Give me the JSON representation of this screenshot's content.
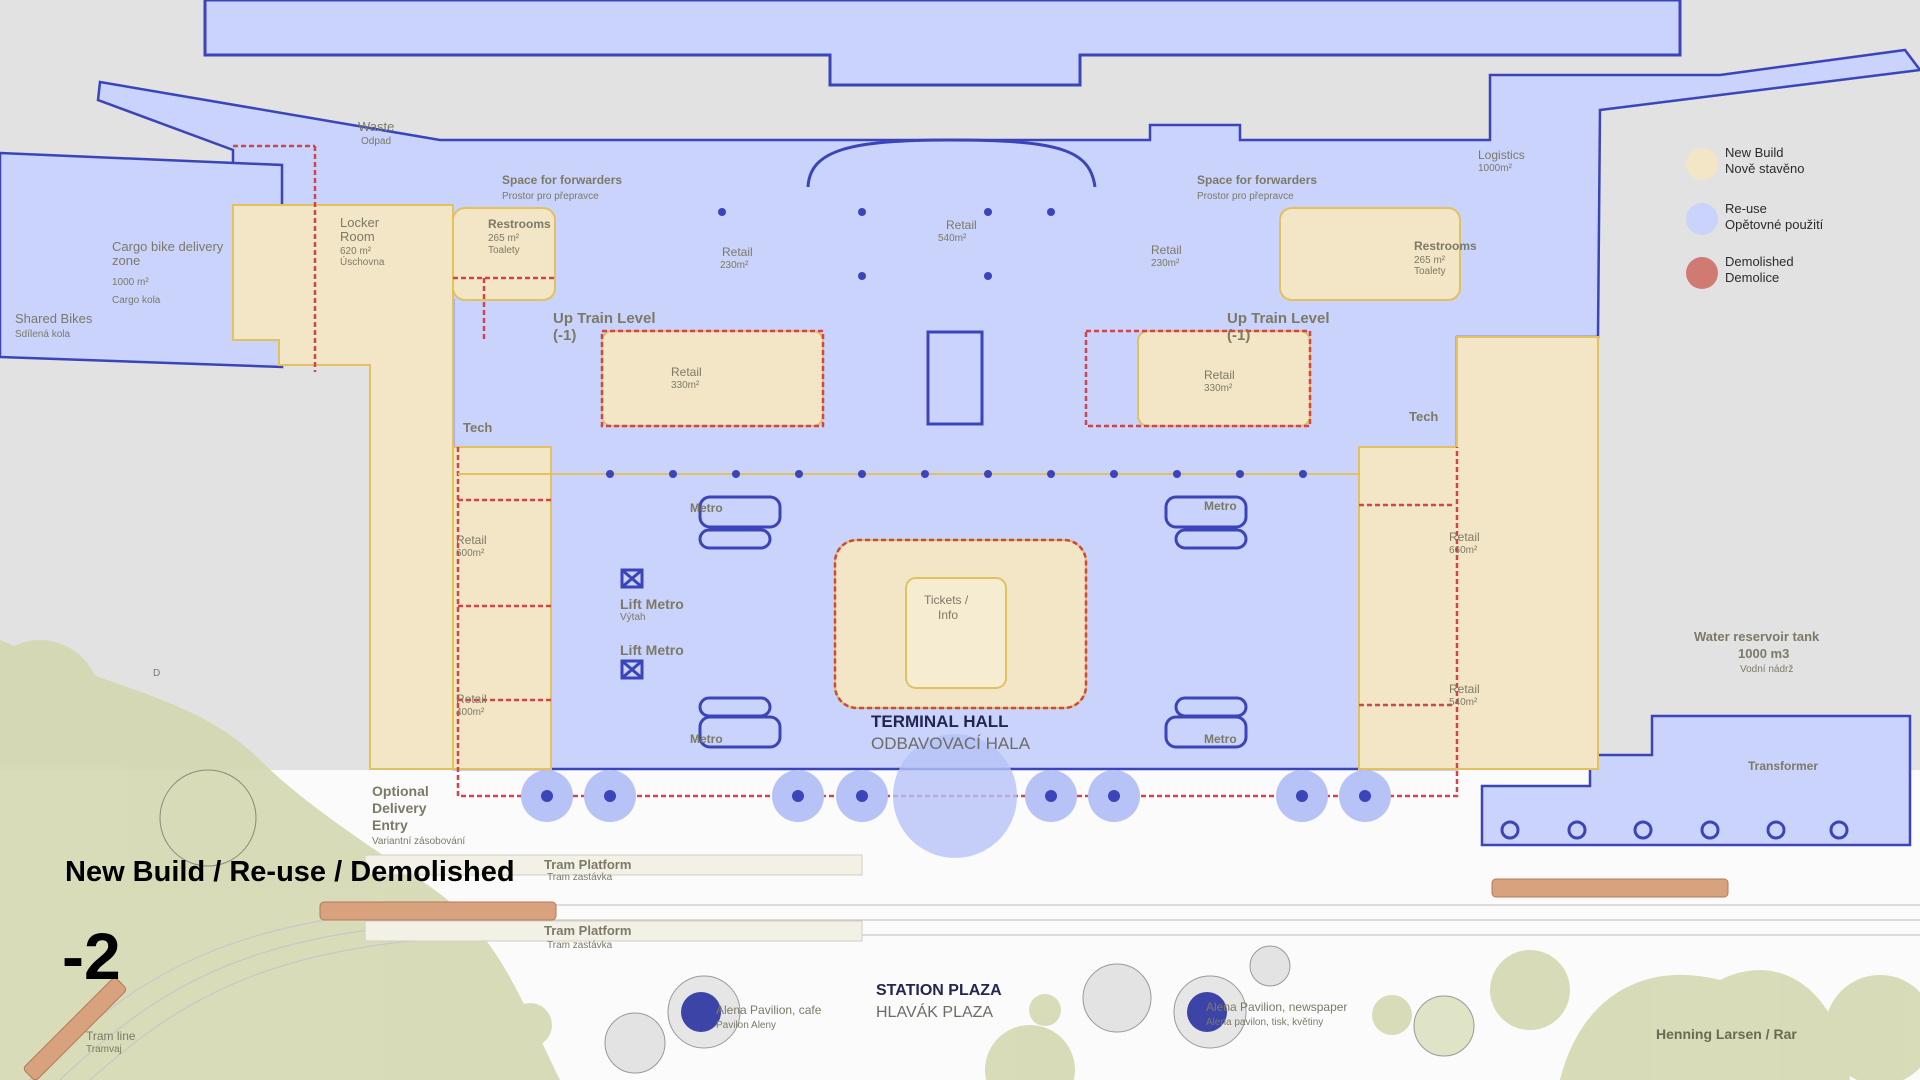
{
  "colors": {
    "new_build": "#f3e6c6",
    "reuse": "#c9d3fb",
    "demolished": "#d07a74",
    "wall": "#3b44b8",
    "ground": "#e2e2e2",
    "tree": "#d4d8b0"
  },
  "legend": [
    {
      "label": "New Build",
      "sub": "Nově stavěno"
    },
    {
      "label": "Re-use",
      "sub": "Opětovné použití"
    },
    {
      "label": "Demolished",
      "sub": "Demolice"
    }
  ],
  "title": "New Build / Re-use / Demolished",
  "level": "-2",
  "rooms": {
    "waste": {
      "label": "Waste",
      "sub": "Odpad"
    },
    "cargo": {
      "label": "Cargo bike delivery zone",
      "area": "1000 m²",
      "sub": "Cargo kola"
    },
    "shared_bikes": {
      "label": "Shared Bikes",
      "sub": "Sdílená kola"
    },
    "locker": {
      "label": "Locker Room",
      "area": "620 m²",
      "sub": "Úschovna"
    },
    "restrooms_left": {
      "label": "Restrooms",
      "area": "265 m²",
      "sub": "Toalety"
    },
    "restrooms_right": {
      "label": "Restrooms",
      "area": "265 m²",
      "sub": "Toalety"
    },
    "forwarders_left": {
      "label": "Space for forwarders",
      "sub": "Prostor pro přepravce"
    },
    "forwarders_right": {
      "label": "Space for forwarders",
      "sub": "Prostor pro přepravce"
    },
    "retail_230_left": {
      "label": "Retail",
      "area": "230m²"
    },
    "retail_540_top": {
      "label": "Retail",
      "area": "540m²"
    },
    "retail_230_right": {
      "label": "Retail",
      "area": "230m²"
    },
    "logistics": {
      "label": "Logistics",
      "area": "1000m²"
    },
    "up_train_left": {
      "label": "Up Train Level",
      "sub": "(-1)"
    },
    "up_train_right": {
      "label": "Up Train Level",
      "sub": "(-1)"
    },
    "retail_330_left": {
      "label": "Retail",
      "area": "330m²"
    },
    "retail_330_right": {
      "label": "Retail",
      "area": "330m²"
    },
    "tech_left": {
      "label": "Tech"
    },
    "tech_right": {
      "label": "Tech"
    },
    "metro": [
      "Metro",
      "Metro",
      "Metro",
      "Metro"
    ],
    "lift_metro_1": {
      "label": "Lift Metro",
      "sub": "Výtah"
    },
    "lift_metro_2": {
      "label": "Lift Metro"
    },
    "tickets": {
      "label": "Tickets /",
      "label2": "Info"
    },
    "terminal_hall": {
      "label": "TERMINAL HALL",
      "sub": "ODBAVOVACÍ HALA"
    },
    "retail_600": {
      "label": "Retail",
      "area": "600m²"
    },
    "retail_400": {
      "label": "Retail",
      "area": "400m²"
    },
    "retail_660": {
      "label": "Retail",
      "area": "660m²"
    },
    "retail_540_right": {
      "label": "Retail",
      "area": "540m²"
    },
    "water_tank": {
      "label": "Water reservoir tank",
      "area": "1000 m3",
      "sub": "Vodní nádrž"
    },
    "transformer": {
      "label": "Transformer"
    },
    "delivery": {
      "label": "Optional",
      "label2": "Delivery",
      "label3": "Entry",
      "sub": "Variantní zásobování"
    },
    "d_mark": "D"
  },
  "outside": {
    "tram_platform_1": {
      "label": "Tram Platform",
      "sub": "Tram zastávka"
    },
    "tram_platform_2": {
      "label": "Tram Platform",
      "sub": "Tram zastávka"
    },
    "tram_line": {
      "label": "Tram line",
      "sub": "Tramvaj"
    },
    "station_plaza": {
      "label": "STATION PLAZA",
      "sub": "HLAVÁK PLAZA"
    },
    "pavilion_cafe": {
      "label": "Alena Pavilion, cafe",
      "sub": "Pavilon Aleny"
    },
    "pavilion_news": {
      "label": "Alena Pavilion, newspaper",
      "sub": "Alena pavilon, tisk, květiny"
    },
    "credit": "Henning Larsen / Rar"
  }
}
